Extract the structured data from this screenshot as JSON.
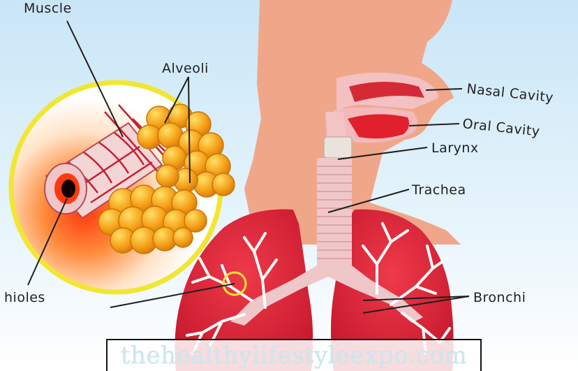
{
  "labels": {
    "muscle": "Muscle",
    "alveoli": "Alveoli",
    "nasal_cavity": "Nasal Cavity",
    "oral_cavity": "Oral Cavity",
    "larynx": "Larynx",
    "trachea": "Trachea",
    "bronchioles": "hioles",
    "bronchi": "Bronchi"
  },
  "watermark": "thehealthylifestyleexpo.com",
  "colors": {
    "background_top": "#cfe8f6",
    "skin": "#f0a789",
    "lung": "#d8263a",
    "airway": "#f0c7c9",
    "alveoli": "#f4a21c",
    "inset_ring": "#f2e633"
  }
}
